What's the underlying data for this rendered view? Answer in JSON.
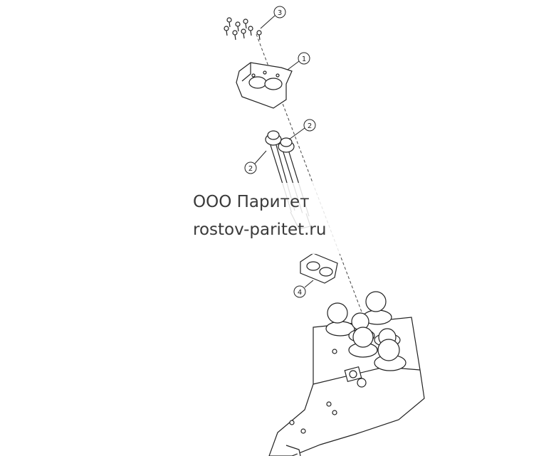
{
  "watermark": {
    "company": "ООО Паритет",
    "website": "rostov-paritet.ru"
  },
  "callouts": {
    "screws": "3",
    "housing": "1",
    "lever_right": "2",
    "lever_left": "2",
    "gasket": "4"
  },
  "colors": {
    "line": "#222222",
    "watermark_text": "#3a3a3a"
  }
}
